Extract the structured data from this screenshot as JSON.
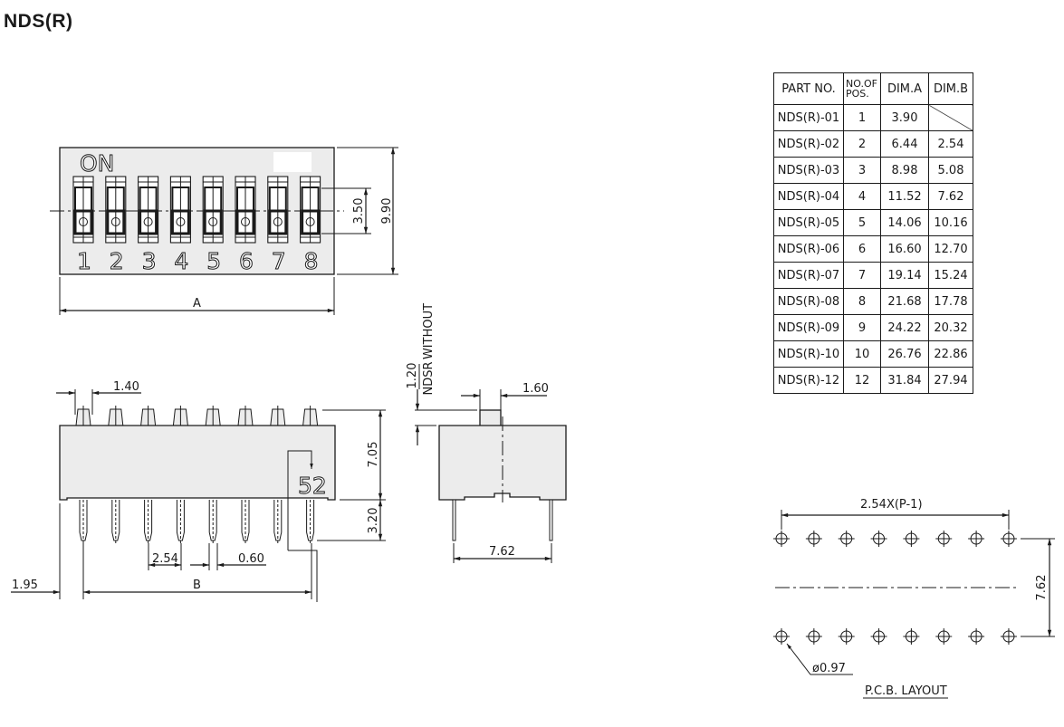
{
  "title": "NDS(R)",
  "top_view": {
    "on_label": "ON",
    "switch_numbers": [
      "1",
      "2",
      "3",
      "4",
      "5",
      "6",
      "7",
      "8"
    ],
    "dim_a_label": "A",
    "dim_3_50": "3.50",
    "dim_9_90": "9.90"
  },
  "front_view": {
    "dim_1_40": "1.40",
    "dim_7_05": "7.05",
    "dim_3_20": "3.20",
    "dim_2_54": "2.54",
    "dim_0_60": "0.60",
    "dim_1_95": "1.95",
    "dim_b_label": "B",
    "marking": "52"
  },
  "side_view": {
    "note_line1": "WITHOUT",
    "note_line2": "NDSR",
    "dim_1_20": "1.20",
    "dim_1_60": "1.60",
    "dim_7_62": "7.62"
  },
  "pcb_layout": {
    "pitch_label": "2.54X(P-1)",
    "row_spacing": "7.62",
    "hole_dia": "ø0.97",
    "caption": "P.C.B. LAYOUT"
  },
  "table": {
    "headers": [
      "PART NO.",
      "NO.OF POS.",
      "DIM.A",
      "DIM.B"
    ],
    "rows": [
      {
        "part": "NDS(R)-01",
        "pos": "1",
        "a": "3.90",
        "b": ""
      },
      {
        "part": "NDS(R)-02",
        "pos": "2",
        "a": "6.44",
        "b": "2.54"
      },
      {
        "part": "NDS(R)-03",
        "pos": "3",
        "a": "8.98",
        "b": "5.08"
      },
      {
        "part": "NDS(R)-04",
        "pos": "4",
        "a": "11.52",
        "b": "7.62"
      },
      {
        "part": "NDS(R)-05",
        "pos": "5",
        "a": "14.06",
        "b": "10.16"
      },
      {
        "part": "NDS(R)-06",
        "pos": "6",
        "a": "16.60",
        "b": "12.70"
      },
      {
        "part": "NDS(R)-07",
        "pos": "7",
        "a": "19.14",
        "b": "15.24"
      },
      {
        "part": "NDS(R)-08",
        "pos": "8",
        "a": "21.68",
        "b": "17.78"
      },
      {
        "part": "NDS(R)-09",
        "pos": "9",
        "a": "24.22",
        "b": "20.32"
      },
      {
        "part": "NDS(R)-10",
        "pos": "10",
        "a": "26.76",
        "b": "22.86"
      },
      {
        "part": "NDS(R)-12",
        "pos": "12",
        "a": "31.84",
        "b": "27.94"
      }
    ]
  }
}
